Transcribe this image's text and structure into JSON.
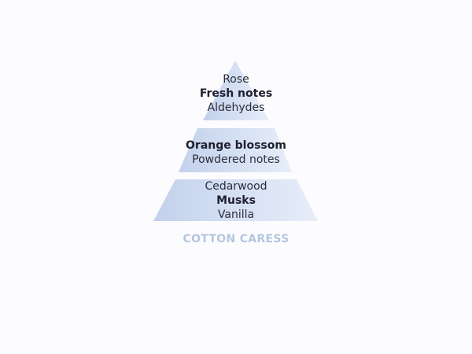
{
  "pyramid": {
    "top_notes": [
      {
        "text": "Rose",
        "bold": false
      },
      {
        "text": "Fresh notes",
        "bold": true
      },
      {
        "text": "Aldehydes",
        "bold": false
      }
    ],
    "heart_notes": [
      {
        "text": "Orange blossom",
        "bold": true
      },
      {
        "text": "Powdered notes",
        "bold": false
      }
    ],
    "base_notes": [
      {
        "text": "Cedarwood",
        "bold": false
      },
      {
        "text": "Musks",
        "bold": true
      },
      {
        "text": "Vanilla",
        "bold": false
      }
    ]
  },
  "product_name": "COTTON CARESS",
  "colors": {
    "tier_gradient_start": "#c2d1ec",
    "tier_gradient_end": "#e7eef9",
    "label_color": "#b4c6df",
    "text_color": "#2b2d3a",
    "background": "#fcfcfe"
  }
}
